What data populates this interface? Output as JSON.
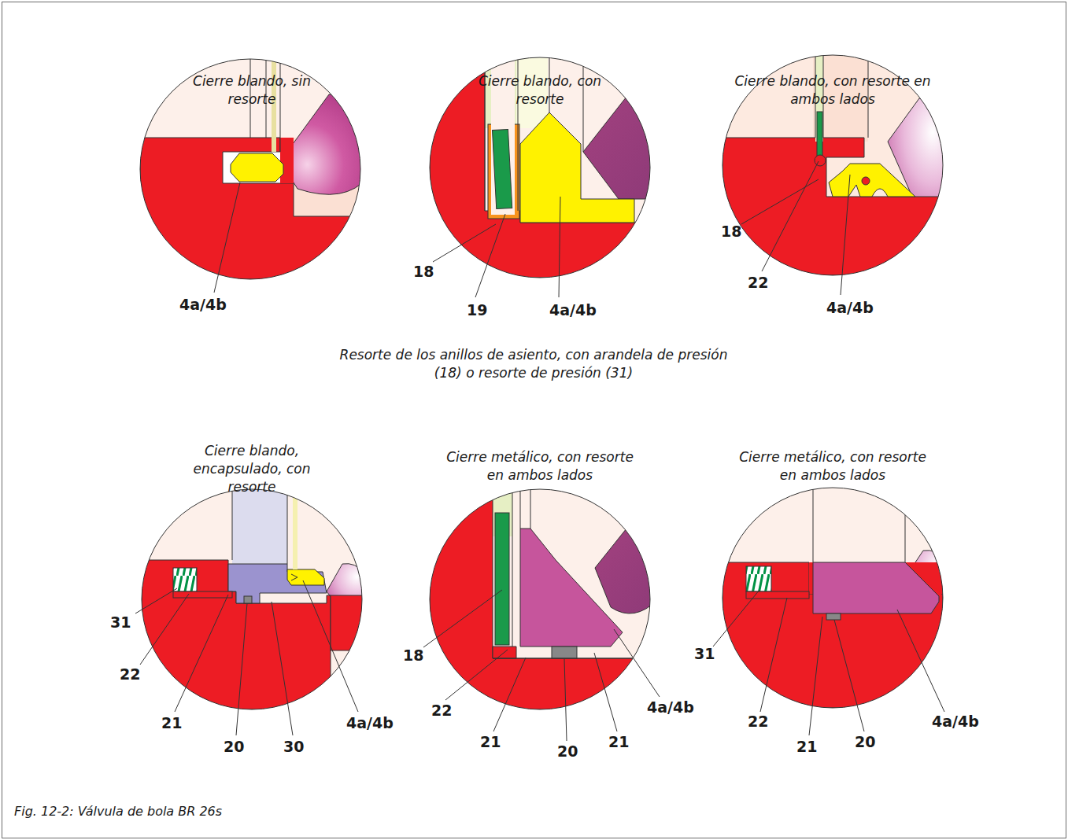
{
  "diagram": {
    "caption": "Fig. 12-2: Válvula de bola BR 26s",
    "labels": [
      "Cierre blando, sin resorte",
      "Cierre blando, con resorte",
      "Cierre blando, con resorte en ambos lados",
      "4a/4b",
      "18",
      "19",
      "4a/4b",
      "18",
      "22",
      "4a/4b",
      "Resorte de los anillos de asiento, con arandela de presión (18) o resorte de presión (31)",
      "Cierre blando, encapsulado, con resorte",
      "Cierre metálico, con resorte en ambos lados",
      "Cierre metálico, con resorte en ambos lados",
      "31",
      "22",
      "21",
      "20",
      "30",
      "4a/4b",
      "18",
      "22",
      "21",
      "20",
      "21",
      "4a/4b",
      "31",
      "22",
      "21",
      "20",
      "4a/4b"
    ]
  }
}
